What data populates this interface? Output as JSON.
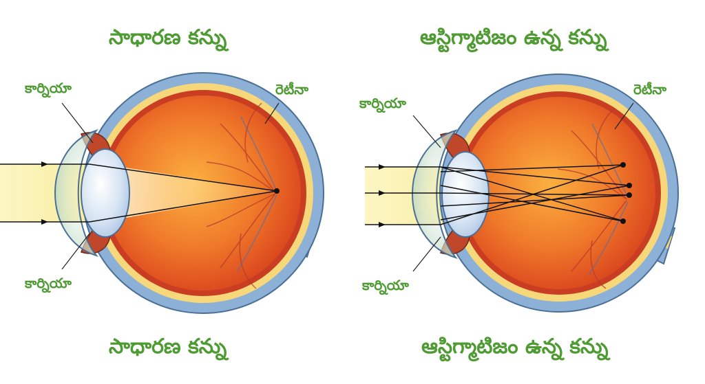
{
  "colors": {
    "label_green": "#4f9b33",
    "sclera_blue": "#8cb0d6",
    "sclera_outline": "#4a6f97",
    "retina_yellow": "#f6d87a",
    "eye_red": "#e0501f",
    "light_beam": "#f8f0b0"
  },
  "normal_eye": {
    "title_top": "సాధారణ కన్ను",
    "title_bottom": "సాధారణ కన్ను",
    "cornea_upper": "కార్నియా",
    "cornea_lower": "కార్నియా",
    "retina": "రెటీనా",
    "focus": "single"
  },
  "astigmatic_eye": {
    "title_top": "ఆస్టిగ్మాటిజం ఉన్న కన్ను",
    "title_bottom": "ఆస్టిగ్మాటిజం ఉన్న కన్ను",
    "cornea_upper": "కార్నియా",
    "cornea_lower": "కార్నియా",
    "retina": "రెటీనా",
    "focus": "multiple"
  }
}
